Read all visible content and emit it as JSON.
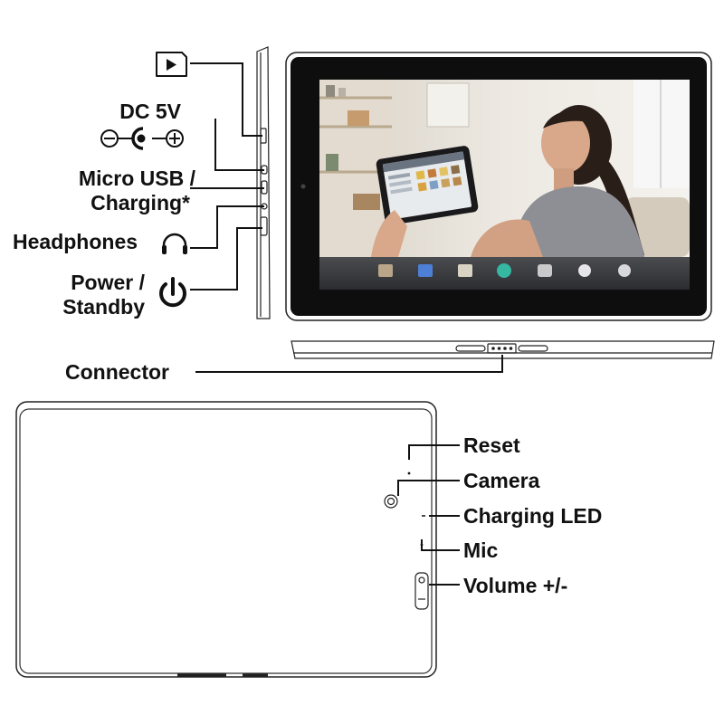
{
  "left_side_labels": {
    "dc": "DC 5V",
    "usb_line1": "Micro USB /",
    "usb_line2": "Charging*",
    "headphones": "Headphones",
    "power_line1": "Power /",
    "power_line2": "Standby"
  },
  "bottom_label": "Connector",
  "back_labels": {
    "reset": "Reset",
    "camera": "Camera",
    "led": "Charging LED",
    "mic": "Mic",
    "volume": "Volume +/-"
  },
  "icons": [
    "microsd-card-icon",
    "dc-polarity-icon",
    "headphones-icon",
    "power-icon"
  ]
}
